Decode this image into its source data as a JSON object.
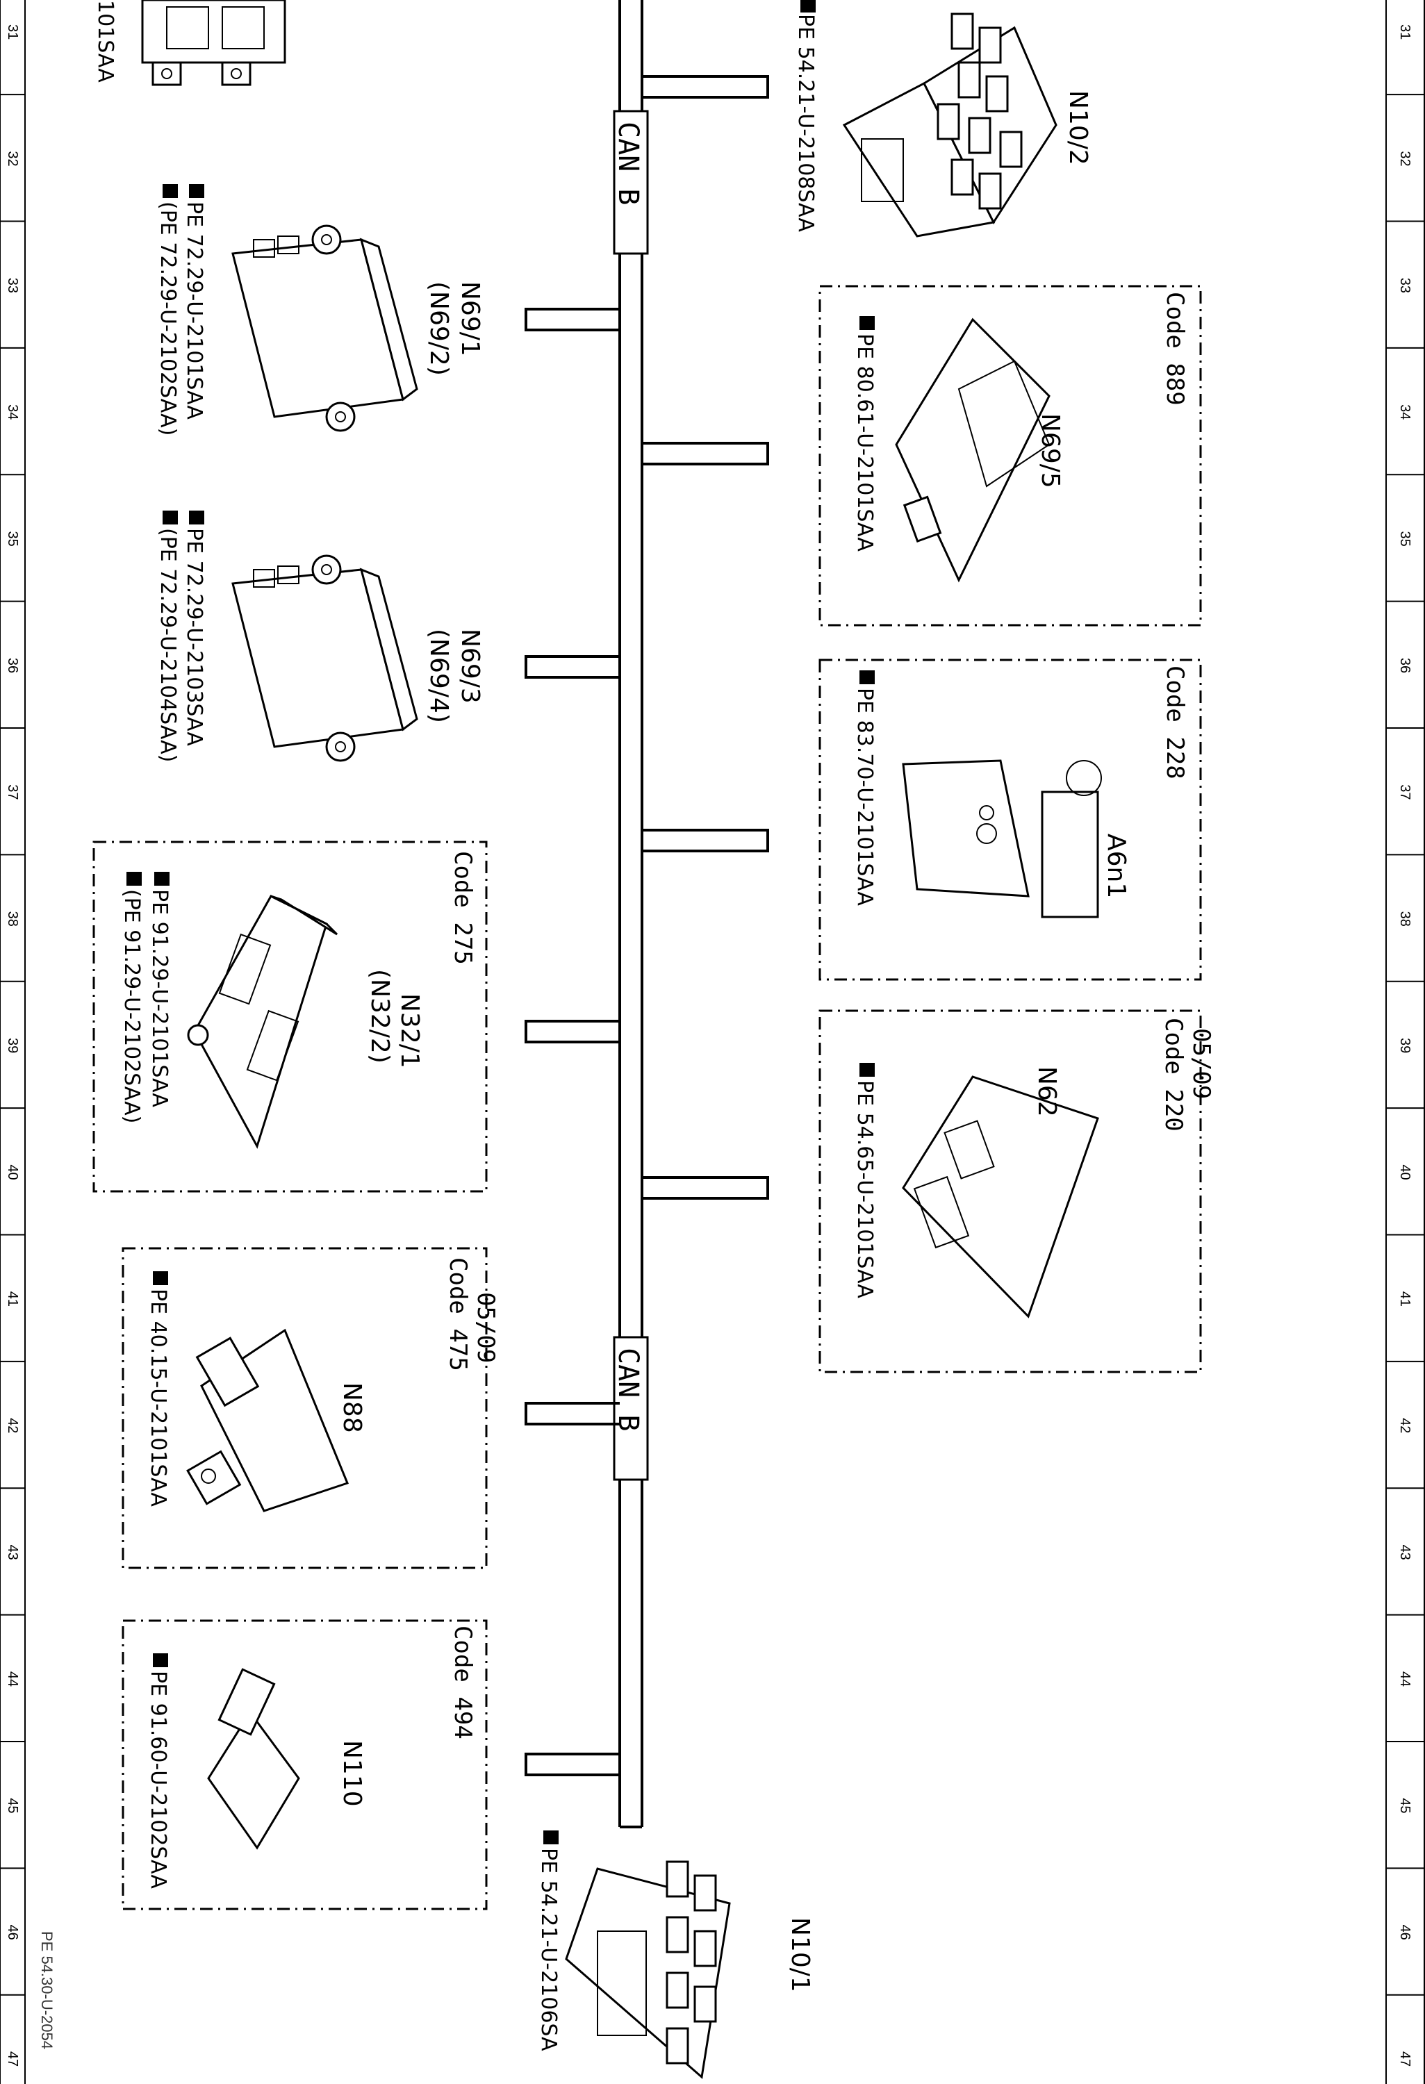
{
  "ruler": [
    "31",
    "32",
    "33",
    "34",
    "35",
    "36",
    "37",
    "38",
    "39",
    "40",
    "41",
    "42",
    "43",
    "44",
    "45",
    "46",
    "47"
  ],
  "footer_ref": "PE 54.30-U-2054",
  "bus_labels": [
    "CAN B",
    "CAN B"
  ],
  "components": {
    "top_left_ref": "101SAA",
    "n10_2": {
      "label": "N10/2",
      "ref": "PE 54.21-U-2108SAA"
    },
    "n69_1": {
      "label1": "N69/1",
      "label2": "(N69/2)",
      "ref1": "PE 72.29-U-2101SAA",
      "ref2": "(PE 72.29-U-2102SAA)"
    },
    "n69_3": {
      "label1": "N69/3",
      "label2": "(N69/4)",
      "ref1": "PE 72.29-U-2103SAA",
      "ref2": "(PE 72.29-U-2104SAA)"
    },
    "n32_1": {
      "code": "Code 275",
      "label1": "N32/1",
      "label2": "(N32/2)",
      "ref1": "PE 91.29-U-2101SAA",
      "ref2": "(PE 91.29-U-2102SAA)"
    },
    "n88": {
      "date": "05/09",
      "code": "Code 475",
      "label": "N88",
      "ref": "PE 40.15-U-2101SAA"
    },
    "n110": {
      "code": "Code 494",
      "label": "N110",
      "ref": "PE 91.60-U-2102SAA"
    },
    "n69_5": {
      "code": "Code 889",
      "label": "N69/5",
      "ref": "PE 80.61-U-2101SAA"
    },
    "a6n1": {
      "code": "Code 228",
      "label": "A6n1",
      "ref": "PE 83.70-U-2101SAA"
    },
    "n62": {
      "date": "05/09",
      "code": "Code 220",
      "label": "N62",
      "ref": "PE 54.65-U-2101SAA"
    },
    "n10_1": {
      "label": "N10/1",
      "ref": "PE 54.21-U-2106SA"
    }
  }
}
